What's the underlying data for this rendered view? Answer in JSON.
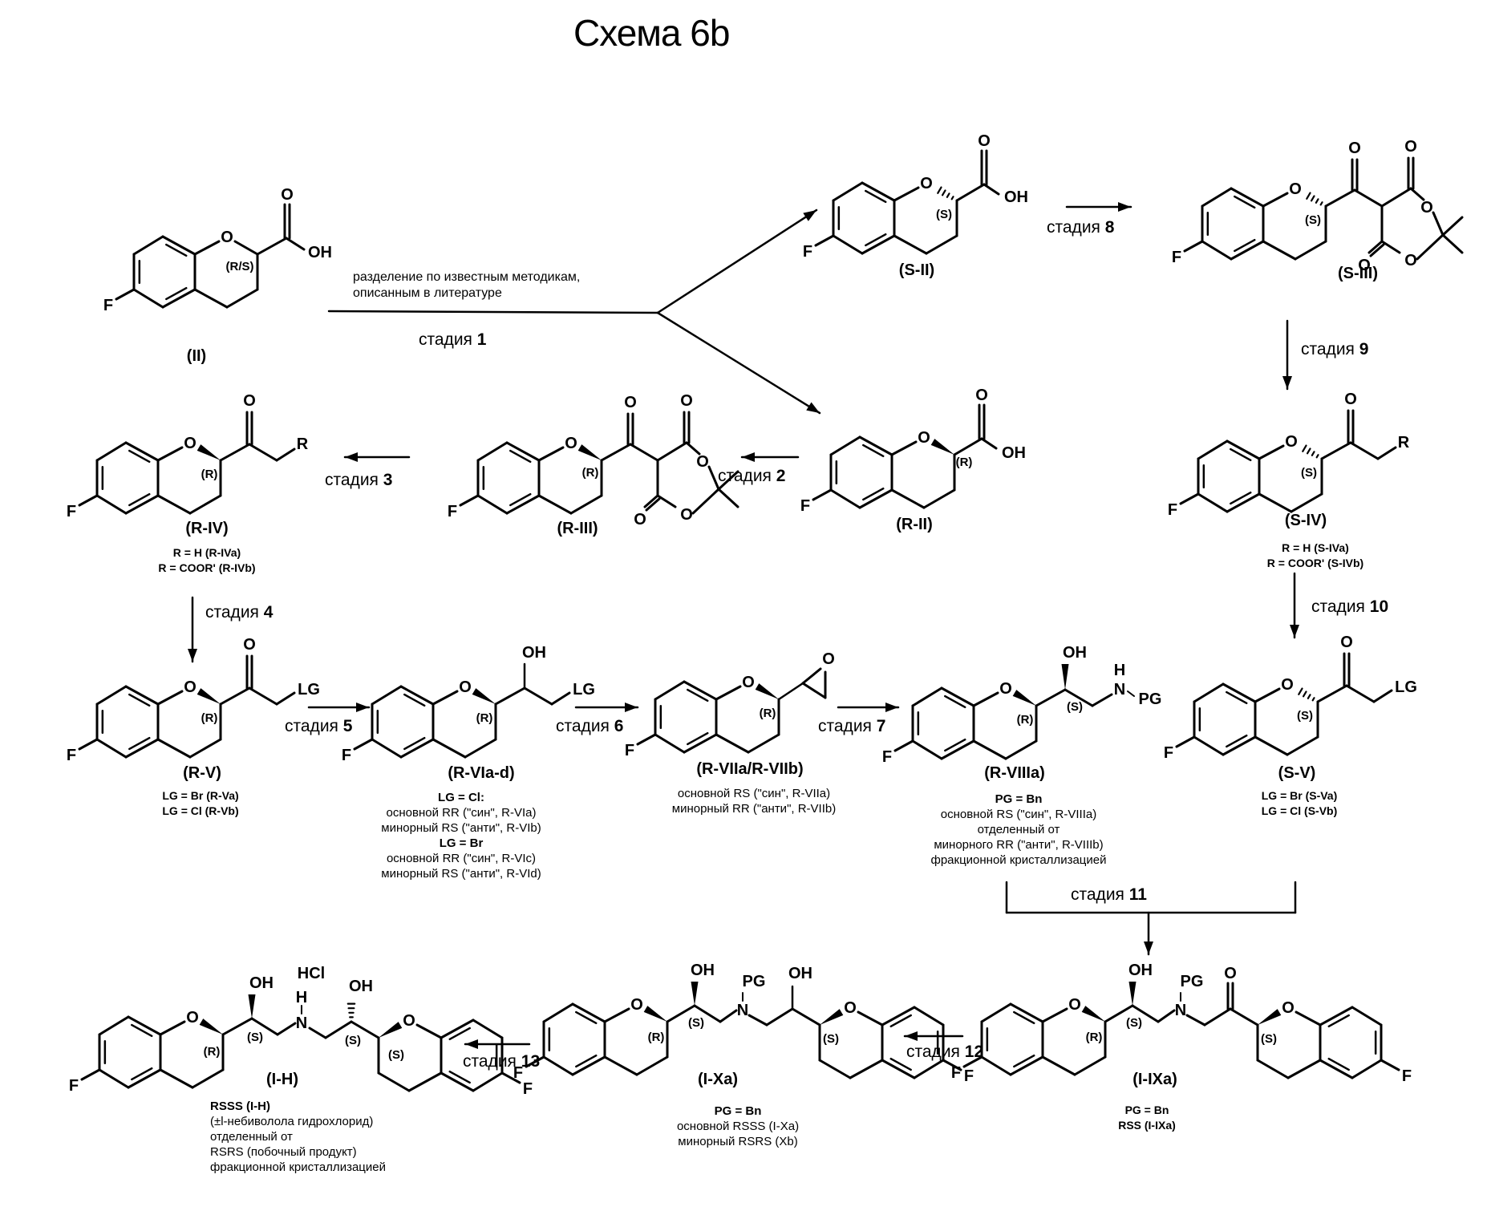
{
  "title": "Схема 6b",
  "stage_word": "стадия",
  "stages": {
    "s1": {
      "num": "1",
      "condition_line1": "разделение по известным методикам,",
      "condition_line2": "описанным в литературе"
    },
    "s2": {
      "num": "2"
    },
    "s3": {
      "num": "3"
    },
    "s4": {
      "num": "4"
    },
    "s5": {
      "num": "5"
    },
    "s6": {
      "num": "6"
    },
    "s7": {
      "num": "7"
    },
    "s8": {
      "num": "8"
    },
    "s9": {
      "num": "9"
    },
    "s10": {
      "num": "10"
    },
    "s11": {
      "num": "11"
    },
    "s12": {
      "num": "12"
    },
    "s13": {
      "num": "13"
    }
  },
  "atoms": {
    "F": "F",
    "O": "O",
    "OH": "OH",
    "R": "R",
    "LG": "LG",
    "N": "N",
    "H": "H",
    "PG": "PG",
    "HCl": "HCl"
  },
  "compounds": {
    "II": {
      "label": "(II)",
      "stereo": "(R/S)"
    },
    "S_II": {
      "label": "(S-II)",
      "stereo": "(S)"
    },
    "S_III": {
      "label": "(S-III)",
      "stereo": "(S)"
    },
    "R_II": {
      "label": "(R-II)",
      "stereo": "(R)"
    },
    "R_III": {
      "label": "(R-III)",
      "stereo": "(R)"
    },
    "R_IV": {
      "label": "(R-IV)",
      "stereo": "(R)",
      "notes": [
        "R = H (R-IVa)",
        "R = COOR' (R-IVb)"
      ]
    },
    "S_IV": {
      "label": "(S-IV)",
      "stereo": "(S)",
      "notes": [
        "R = H (S-IVa)",
        "R = COOR' (S-IVb)"
      ]
    },
    "R_V": {
      "label": "(R-V)",
      "stereo": "(R)",
      "notes": [
        "LG = Br (R-Va)",
        "LG = Cl (R-Vb)"
      ]
    },
    "R_VI": {
      "label": "(R-VIa-d)",
      "stereo": "(R)",
      "notes": [
        "LG = Cl:",
        "основной RR (\"син\", R-VIa)",
        "минорный RS (\"анти\", R-VIb)",
        "LG = Br",
        "основной RR (\"син\", R-VIc)",
        "минорный RS (\"анти\", R-VId)"
      ]
    },
    "R_VII": {
      "label": "(R-VIIa/R-VIIb)",
      "stereo": "(R)",
      "notes": [
        "основной RS (\"син\", R-VIIa)",
        "минорный RR (\"анти\", R-VIIb)"
      ]
    },
    "R_VIII": {
      "label": "(R-VIIIa)",
      "stereo": "(R)",
      "stereo2": "(S)",
      "notes": [
        "PG = Bn",
        "основной RS (\"син\", R-VIIIa)",
        "отделенный от",
        "минорного RR (\"анти\", R-VIIIb)",
        "фракционной кристаллизацией"
      ]
    },
    "S_V": {
      "label": "(S-V)",
      "stereo": "(S)",
      "notes": [
        "LG = Br (S-Va)",
        "LG = Cl (S-Vb)"
      ]
    },
    "I_IXa": {
      "label": "(I-IXa)",
      "stereo": [
        "(R)",
        "(S)",
        "(S)"
      ],
      "notes": [
        "PG = Bn",
        "RSS (I-IXa)"
      ]
    },
    "I_Xa": {
      "label": "(I-Xa)",
      "stereo": [
        "(R)",
        "(S)",
        "(S)"
      ],
      "notes": [
        "PG = Bn",
        "основной RSSS (I-Xa)",
        "минорный RSRS (Xb)"
      ]
    },
    "I_H": {
      "label": "(I-H)",
      "stereo": [
        "(R)",
        "(S)",
        "(S)",
        "(S)"
      ],
      "notes": [
        "RSSS (I-H)",
        "(±l-небиволола гидрохлорид)",
        "отделенный от",
        "RSRS (побочный продукт)",
        "фракционной кристаллизацией"
      ]
    }
  }
}
